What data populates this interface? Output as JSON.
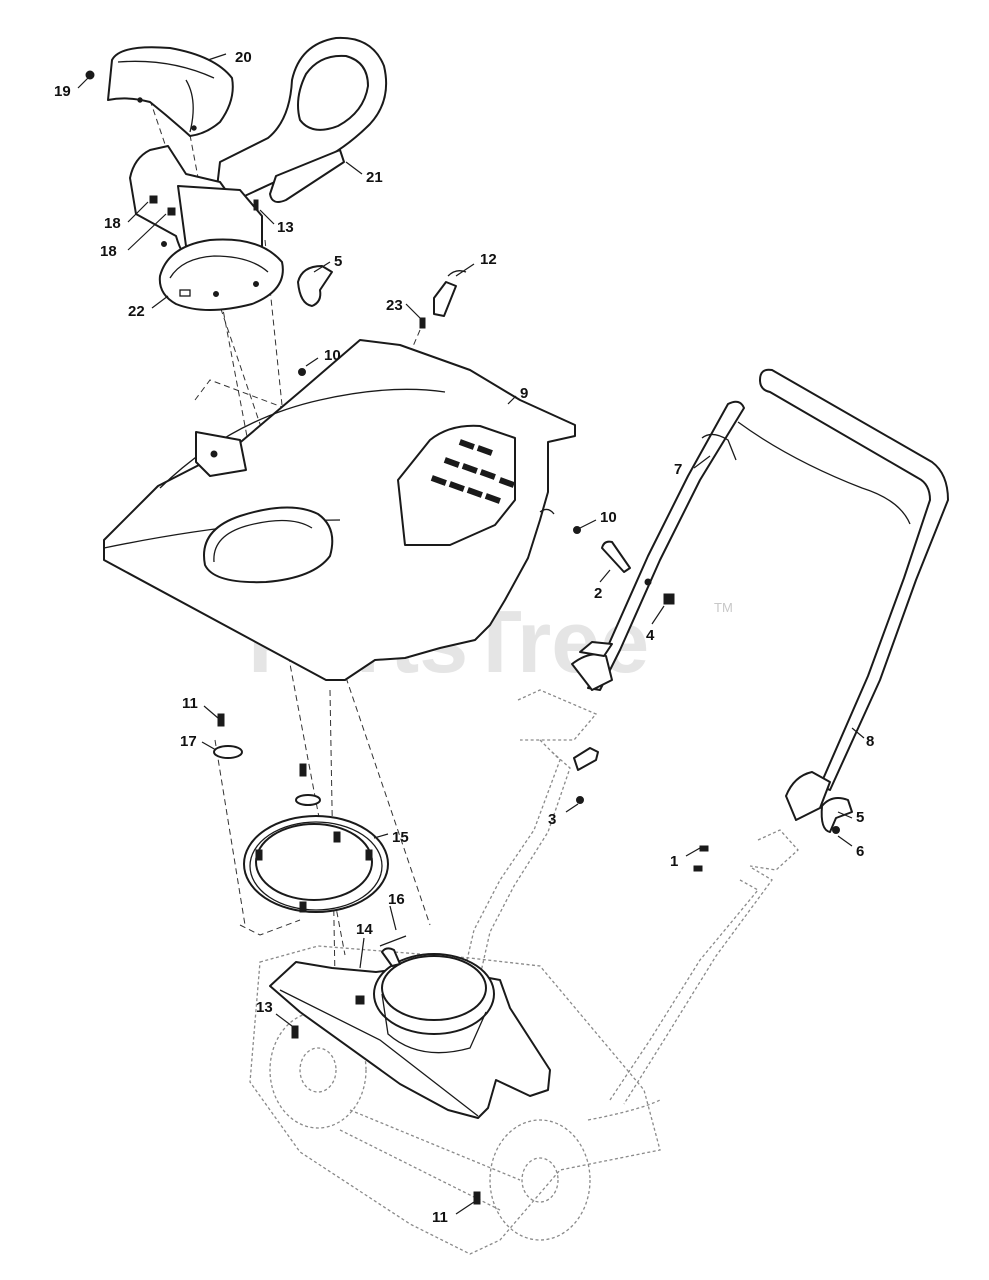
{
  "watermark": {
    "text": "PartsTree",
    "trademark": "TM"
  },
  "callouts": [
    {
      "id": "c-20",
      "label": "20"
    },
    {
      "id": "c-19",
      "label": "19"
    },
    {
      "id": "c-21",
      "label": "21"
    },
    {
      "id": "c-18a",
      "label": "18"
    },
    {
      "id": "c-18b",
      "label": "18"
    },
    {
      "id": "c-13a",
      "label": "13"
    },
    {
      "id": "c-5a",
      "label": "5"
    },
    {
      "id": "c-22",
      "label": "22"
    },
    {
      "id": "c-12",
      "label": "12"
    },
    {
      "id": "c-23",
      "label": "23"
    },
    {
      "id": "c-10a",
      "label": "10"
    },
    {
      "id": "c-9",
      "label": "9"
    },
    {
      "id": "c-7",
      "label": "7"
    },
    {
      "id": "c-10b",
      "label": "10"
    },
    {
      "id": "c-2",
      "label": "2"
    },
    {
      "id": "c-4",
      "label": "4"
    },
    {
      "id": "c-11a",
      "label": "11"
    },
    {
      "id": "c-17",
      "label": "17"
    },
    {
      "id": "c-8",
      "label": "8"
    },
    {
      "id": "c-3",
      "label": "3"
    },
    {
      "id": "c-5b",
      "label": "5"
    },
    {
      "id": "c-15",
      "label": "15"
    },
    {
      "id": "c-6",
      "label": "6"
    },
    {
      "id": "c-1",
      "label": "1"
    },
    {
      "id": "c-16",
      "label": "16"
    },
    {
      "id": "c-14",
      "label": "14"
    },
    {
      "id": "c-13b",
      "label": "13"
    },
    {
      "id": "c-11b",
      "label": "11"
    }
  ]
}
